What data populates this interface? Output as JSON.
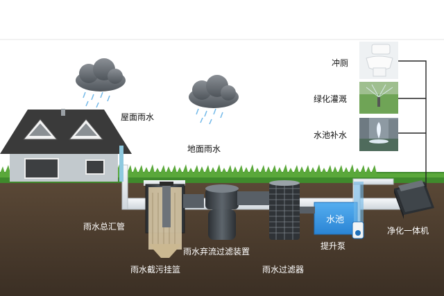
{
  "colors": {
    "sky": "#ffffff",
    "soil": "#4a3b2d",
    "grass": "#3f8a2c",
    "pipe": "#e9eef2",
    "tank": "#3b98e6",
    "roof": "#3b3b3b",
    "wall": "#b7bfc4"
  },
  "labels": {
    "roof_rain": "屋面雨水",
    "ground_rain": "地面雨水",
    "toilet": "冲厕",
    "irrigation": "绿化灌溉",
    "pool_supply": "水池补水",
    "main_pipe": "雨水总汇管",
    "basket": "雨水截污挂篮",
    "diverter": "雨水弃流过滤装置",
    "filter": "雨水过滤器",
    "tank": "水池",
    "pump": "提升泵",
    "purifier": "净化一体机"
  },
  "icons": {
    "cloud_left": "rain-cloud-icon",
    "cloud_right": "rain-cloud-icon",
    "toilet": "toilet-icon",
    "irrigation": "sprinkler-icon",
    "pool": "fountain-icon"
  }
}
